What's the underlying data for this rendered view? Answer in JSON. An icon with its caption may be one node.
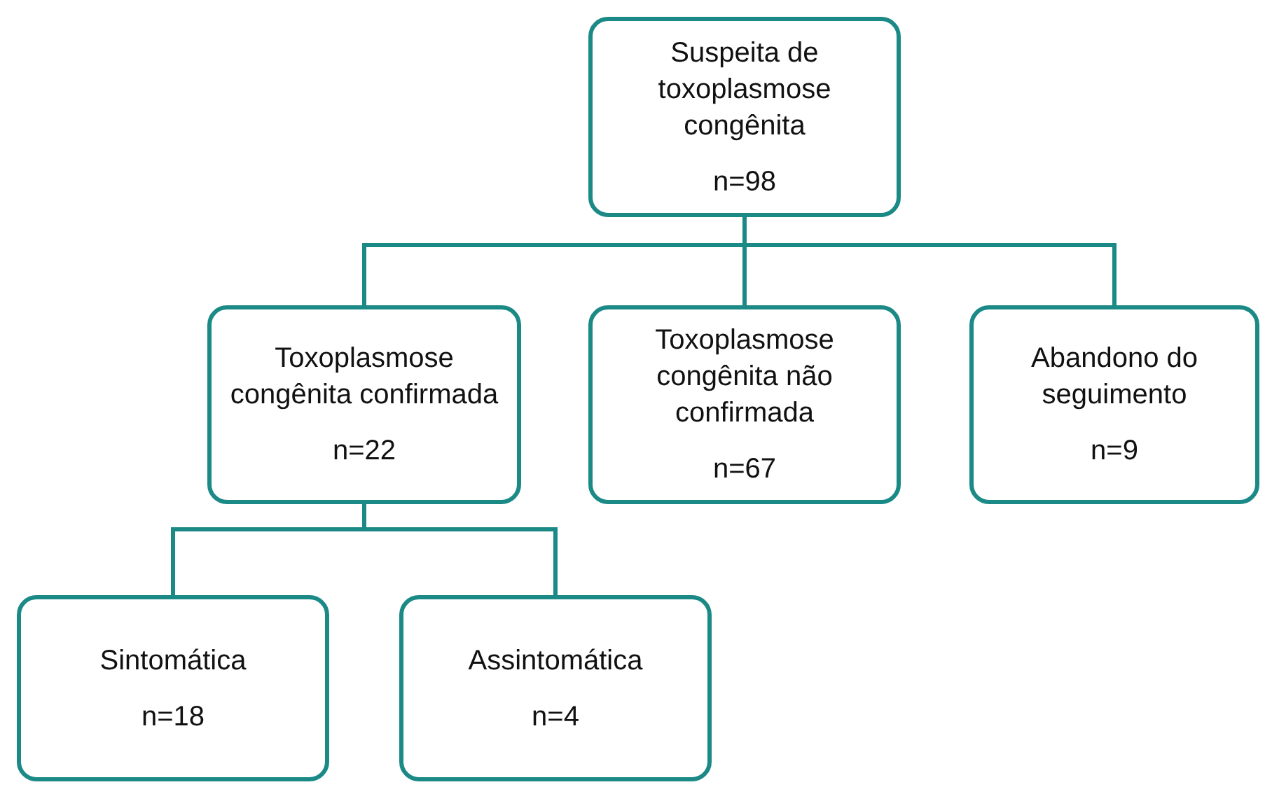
{
  "diagram": {
    "nodes": [
      {
        "text": [
          "Suspeita de toxoplasmose congênita",
          "n=98"
        ]
      },
      {
        "text": [
          "Toxoplasmose congênita confirmada",
          "n=22"
        ]
      },
      {
        "text": [
          "Toxoplasmose congênita não confirmada",
          "n=67"
        ]
      },
      {
        "text": [
          "Abandono do seguimento",
          "n=9"
        ]
      },
      {
        "text": [
          "Sintomática",
          "n=18"
        ]
      },
      {
        "text": [
          "Assintomática",
          "n=4"
        ]
      }
    ],
    "edges": [
      {
        "from": 0,
        "to": 1,
        "arrow": "none"
      },
      {
        "from": 0,
        "to": 2,
        "arrow": "none"
      },
      {
        "from": 0,
        "to": 3,
        "arrow": "none"
      },
      {
        "from": 1,
        "to": 4,
        "arrow": "none"
      },
      {
        "from": 1,
        "to": 5,
        "arrow": "none"
      }
    ]
  }
}
